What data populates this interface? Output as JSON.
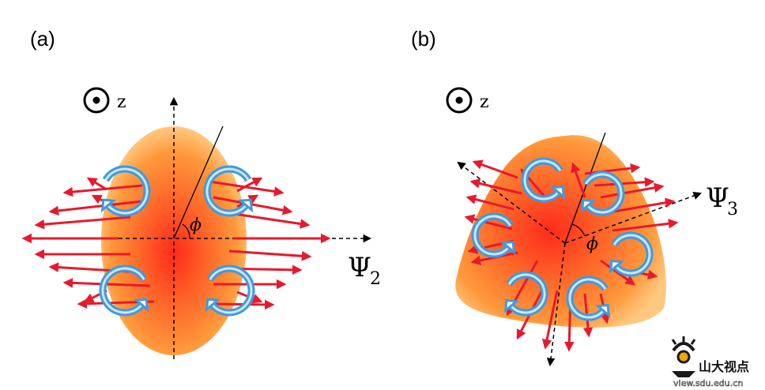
{
  "panel_a": {
    "label": "(a)",
    "z_label": "z",
    "psi_symbol": "Ψ",
    "psi_subscript": "2",
    "angle_symbol": "ϕ"
  },
  "panel_b": {
    "label": "(b)",
    "z_label": "z",
    "psi_symbol": "Ψ",
    "psi_subscript": "3",
    "angle_symbol": "ϕ"
  },
  "watermark": {
    "text_cn": "山大视点",
    "url": "view.sdu.edu.cn"
  },
  "colors": {
    "flow_arrow": "#e8192c",
    "vortex": "#3d9be0",
    "fireball_core": "#ff2a1a",
    "fireball_edge": "#ffb347"
  }
}
